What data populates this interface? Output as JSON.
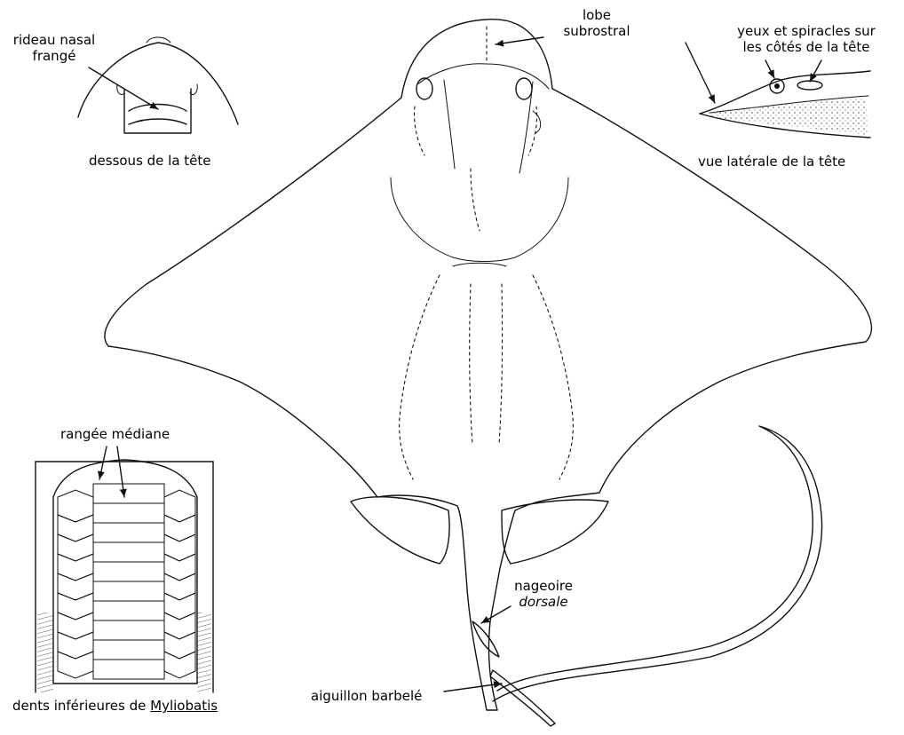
{
  "labels": {
    "rideau_nasal_line1": "rideau nasal",
    "rideau_nasal_line2": "frangé",
    "dessous_tete": "dessous de la tête",
    "lobe_line1": "lobe",
    "lobe_line2": "subrostral",
    "yeux_line1": "yeux et spiracles sur",
    "yeux_line2": "les côtés de la tête",
    "vue_laterale": "vue latérale de la tête",
    "rangee_mediane": "rangée médiane",
    "dents_prefix": "dents inférieures de ",
    "dents_genus": "Myliobatis",
    "nageoire_line1": "nageoire",
    "nageoire_line2": "dorsale",
    "aiguillon": "aiguillon barbelé"
  },
  "colors": {
    "ink": "#111111",
    "paper": "#ffffff",
    "stipple": "#9a9a9a"
  }
}
